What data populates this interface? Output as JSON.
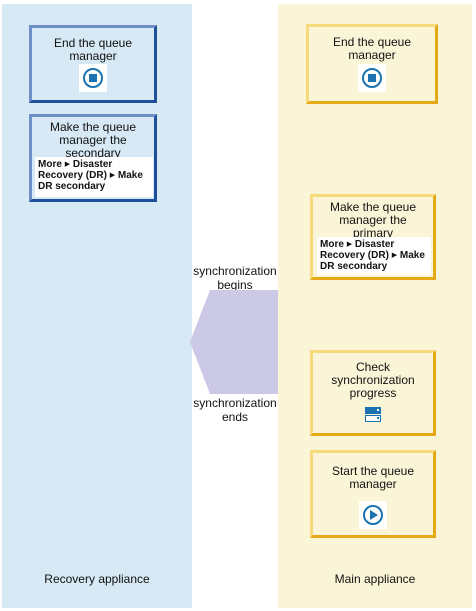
{
  "lanes": {
    "left_label": "Recovery appliance",
    "right_label": "Main appliance"
  },
  "left_boxes": {
    "end_qm": "End the queue manager",
    "make_secondary": "Make the queue manager the secondary",
    "make_secondary_path": [
      "More",
      "Disaster Recovery (DR)",
      "Make DR secondary"
    ]
  },
  "right_boxes": {
    "end_qm": "End the queue manager",
    "make_primary": "Make the queue manager the primary",
    "make_primary_path": [
      "More",
      "Disaster Recovery (DR)",
      "Make DR secondary"
    ],
    "check_sync": "Check synchronization progress",
    "start_qm": "Start the queue manager"
  },
  "sync": {
    "begins": "synchronization begins",
    "ends": "synchronization ends"
  },
  "icons": {
    "stop": "stop-icon",
    "play": "play-icon",
    "server": "server-icon"
  },
  "colors": {
    "recovery_lane": "#d6e9f5",
    "main_lane": "#fbf5d8",
    "sync_shape": "#cbc9e6",
    "icon_blue": "#1a73b0"
  }
}
